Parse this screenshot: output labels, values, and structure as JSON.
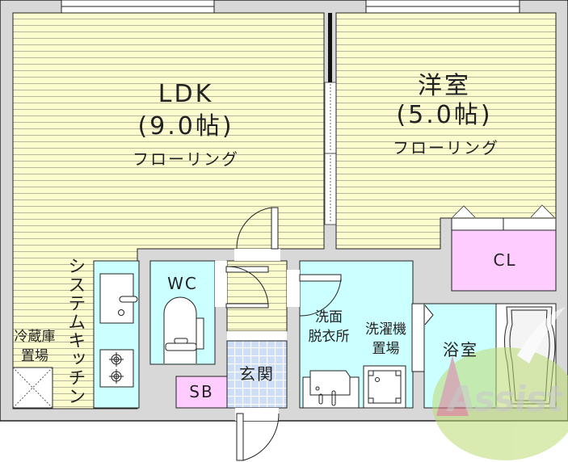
{
  "floorplan": {
    "title": "1LDK floor plan",
    "colors": {
      "wall": "#d8d8d8",
      "flooring": "#fdfccf",
      "wet_area": "#ccffff",
      "storage": "#ffccff",
      "entrance_tile": "#cfe0f7",
      "outline": "#222222",
      "watermark_green": "#a8cc5a",
      "watermark_red": "#d9707a"
    },
    "rooms": {
      "ldk": {
        "name": "LDK",
        "size": "(9.0帖)",
        "floor": "フローリング"
      },
      "western_room": {
        "name": "洋室",
        "size": "(5.0帖)",
        "floor": "フローリング"
      },
      "closet": {
        "name": "CL"
      },
      "kitchen": {
        "name": "システムキッチン"
      },
      "fridge_space": {
        "line1": "冷蔵庫",
        "line2": "置場"
      },
      "toilet": {
        "name": "WC"
      },
      "shoe_box": {
        "name": "SB"
      },
      "entrance": {
        "name": "玄関"
      },
      "washroom": {
        "line1": "洗面",
        "line2": "脱衣所"
      },
      "washer_space": {
        "line1": "洗濯機",
        "line2": "置場"
      },
      "bathroom": {
        "name": "浴室"
      }
    },
    "watermark": {
      "text": "Assist"
    }
  }
}
